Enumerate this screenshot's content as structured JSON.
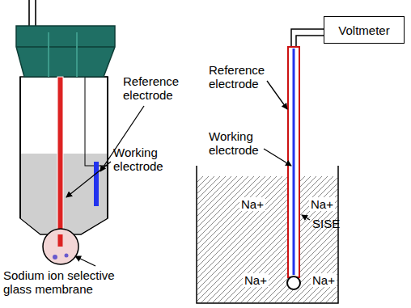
{
  "diagram": {
    "nodes": [
      {
        "text": [
          "Voltmeter"
        ]
      }
    ],
    "labels": [
      "Reference electrode",
      "Working electrode",
      "Sodium ion selective glass membrane",
      "Reference electrode",
      "Working electrode",
      "SISE",
      "Na+",
      "Na+",
      "Na+",
      "Na+"
    ]
  }
}
